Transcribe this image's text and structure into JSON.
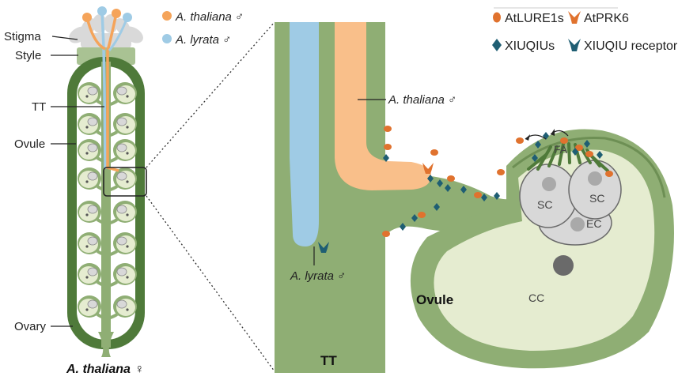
{
  "colors": {
    "ovary_dark": "#4f7a3a",
    "tissue": "#8fae74",
    "tissue_light": "#a9c293",
    "ovule_inner": "#e5ecd0",
    "thaliana_tube": "#f5a45a",
    "thaliana_tube_light": "#f9bf8a",
    "lyrata_tube": "#9fcbe5",
    "stigma": "#d9d9d9",
    "lure": "#e0722e",
    "xiuqiu": "#1f5e73",
    "embryo_sac": "#d8d8d8",
    "nucleus": "#a9a9a9"
  },
  "legend": {
    "thaliana_male": "A. thaliana ♂",
    "lyrata_male": "A. lyrata ♂",
    "lure": "AtLURE1s",
    "prk6": "AtPRK6",
    "xiuqiu": "XIUQIUs",
    "receptor": "XIUQIU receptor"
  },
  "pistil": {
    "stigma": "Stigma",
    "style": "Style",
    "tt": "TT",
    "ovule": "Ovule",
    "ovary": "Ovary",
    "species": "A. thaliana ♀"
  },
  "zoom": {
    "thaliana_tube": "A. thaliana ♂",
    "lyrata_tube": "A. lyrata ♂",
    "tt": "TT",
    "ovule": "Ovule",
    "fa": "FA",
    "sc1": "SC",
    "sc2": "SC",
    "ec": "EC",
    "cc": "CC"
  }
}
